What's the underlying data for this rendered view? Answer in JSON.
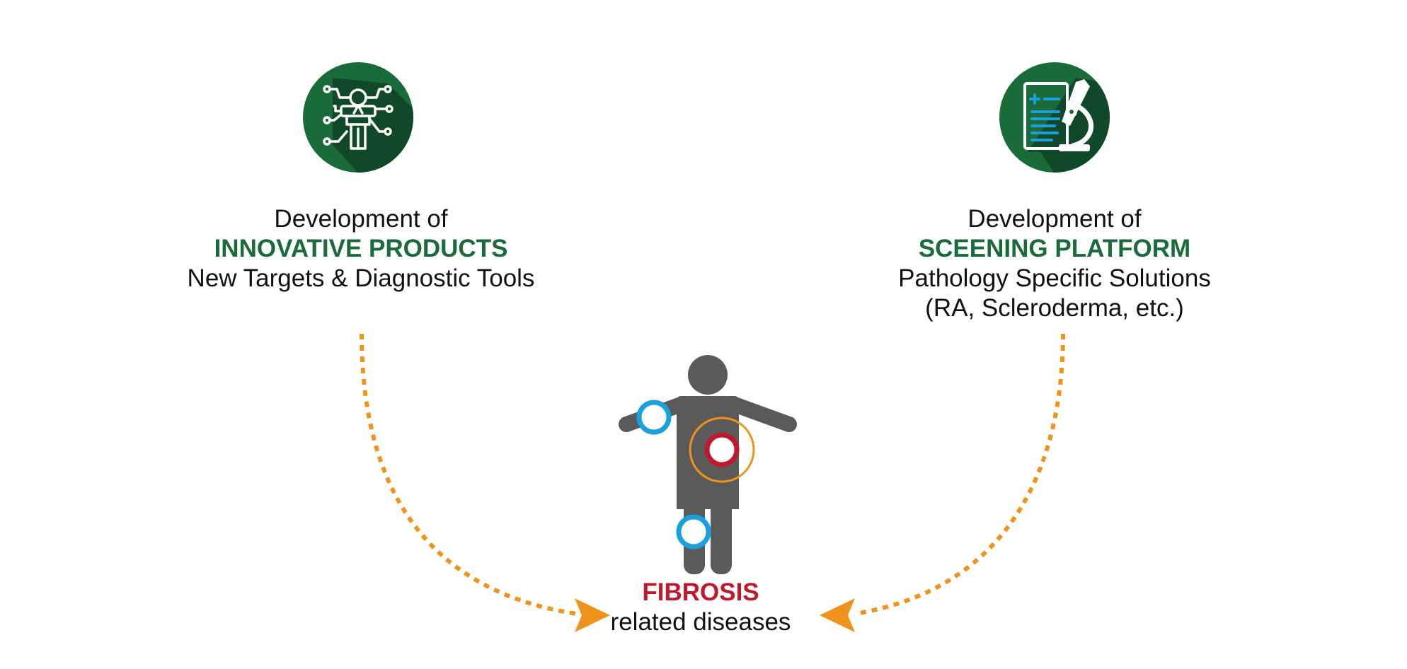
{
  "left": {
    "icon": "person-network-icon",
    "line1": "Development of",
    "highlight": "INNOVATIVE PRODUCTS",
    "line3": "New Targets & Diagnostic Tools"
  },
  "right": {
    "icon": "clipboard-microscope-icon",
    "line1": "Development of",
    "highlight": "SCEENING PLATFORM",
    "line3": "Pathology Specific Solutions",
    "line4": "(RA, Scleroderma, etc.)"
  },
  "center": {
    "icon": "human-figure-icon",
    "highlight": "FIBROSIS",
    "line2": "related diseases"
  },
  "colors": {
    "green": "#1a6b3a",
    "dark_green": "#10482a",
    "orange": "#f0931c",
    "red": "#c0192e",
    "blue": "#1aa0dc",
    "gray": "#5a5a5a"
  }
}
